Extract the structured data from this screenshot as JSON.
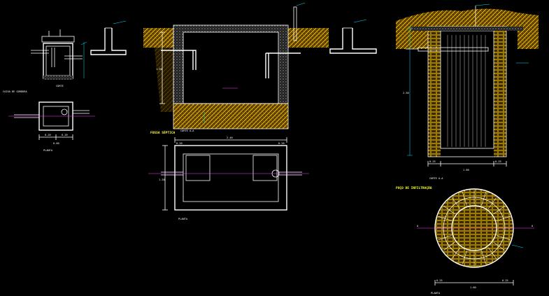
{
  "labels": {
    "caixa_title": "CAIXA DE GORDURA",
    "caixa_corte": "CORTE",
    "caixa_planta": "PLANTA",
    "fossa_title": "FOSSA SÉPTICA",
    "fossa_corte": "CORTE A-A",
    "fossa_planta": "PLANTA",
    "poco_corte": "CORTE A-A",
    "poco_title": "POÇO DE INFILTRAÇÃO",
    "poco_planta": "PLANTA",
    "section_a": "A"
  },
  "dims": {
    "caixa_w": "0.60",
    "caixa_a": "0.20",
    "caixa_b": "0.20",
    "fossa_len": "2.40",
    "fossa_w": "1.20",
    "fossa_in": "0.20",
    "fossa_h": "1.50",
    "poco_d": "1.60",
    "poco_h": "2.50",
    "poco_wall": "0.25"
  },
  "colors": {
    "background": "#000000",
    "hatch": "#ffdd00",
    "lines": "#ffffff",
    "accent_cyan": "#00e5ff",
    "accent_magenta": "#ff3cff",
    "title_yellow": "#ffff33"
  }
}
